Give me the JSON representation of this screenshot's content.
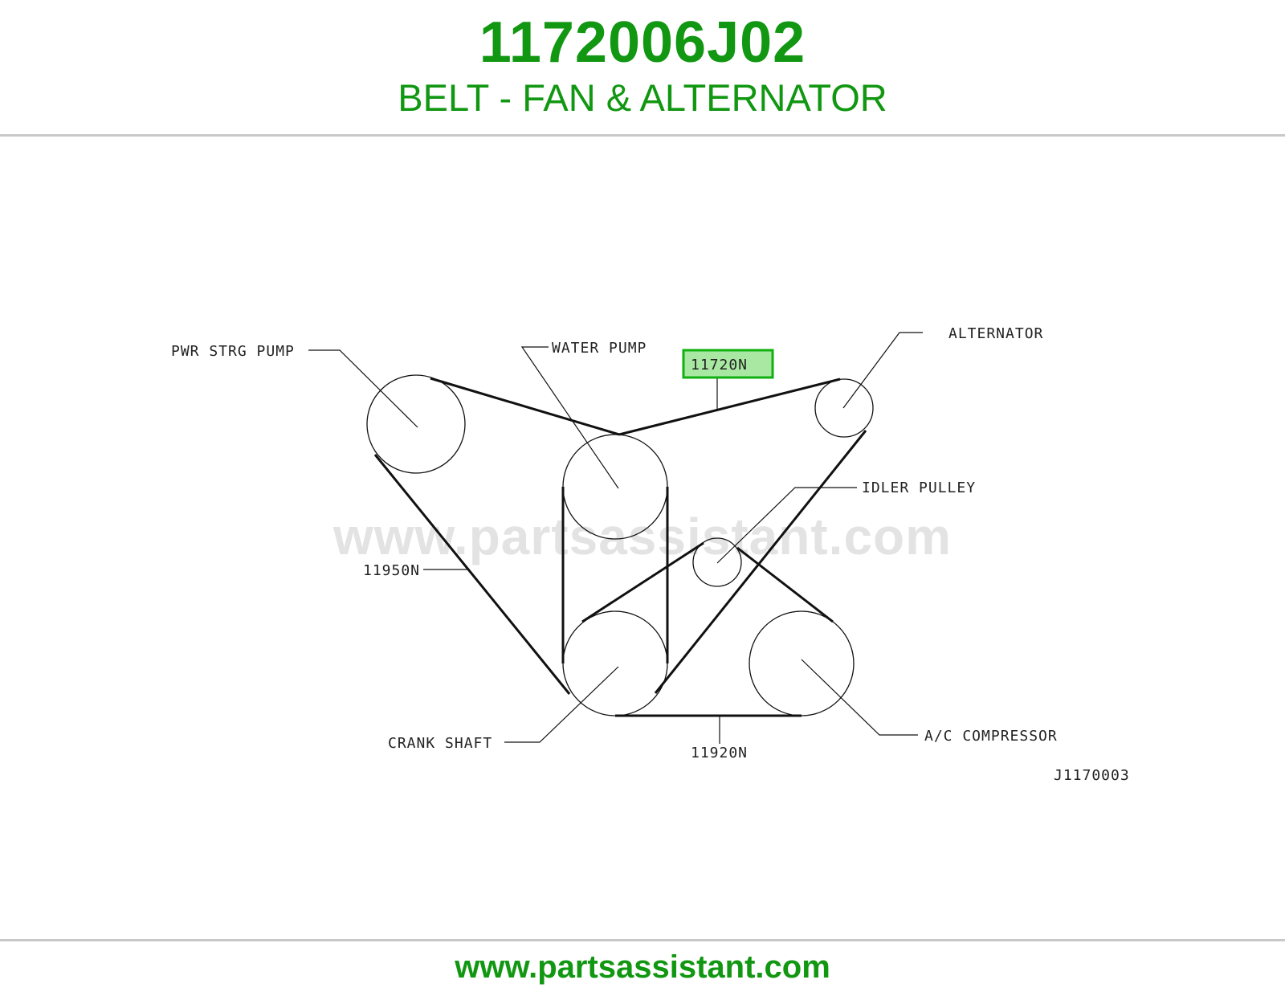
{
  "header": {
    "part_number": "1172006J02",
    "part_name": "BELT - FAN & ALTERNATOR"
  },
  "diagram": {
    "labels": {
      "pwr_strg_pump": "PWR STRG PUMP",
      "water_pump": "WATER PUMP",
      "alternator": "ALTERNATOR",
      "idler_pulley": "IDLER PULLEY",
      "crank_shaft": "CRANK SHAFT",
      "ac_compressor": "A/C COMPRESSOR"
    },
    "callouts": {
      "belt_fan_alternator": "11720N",
      "belt_power_steering": "11950N",
      "belt_ac_compressor": "11920N"
    },
    "highlighted_callout": "11720N",
    "figure_id": "J1170003",
    "watermark": "www.partsassistant.com"
  },
  "footer": {
    "url": "www.partsassistant.com"
  },
  "colors": {
    "brand_green": "#119711",
    "highlight_fill": "#a9e8a2",
    "highlight_border": "#11b011",
    "line": "#111111",
    "rule": "#c8c8c8"
  }
}
